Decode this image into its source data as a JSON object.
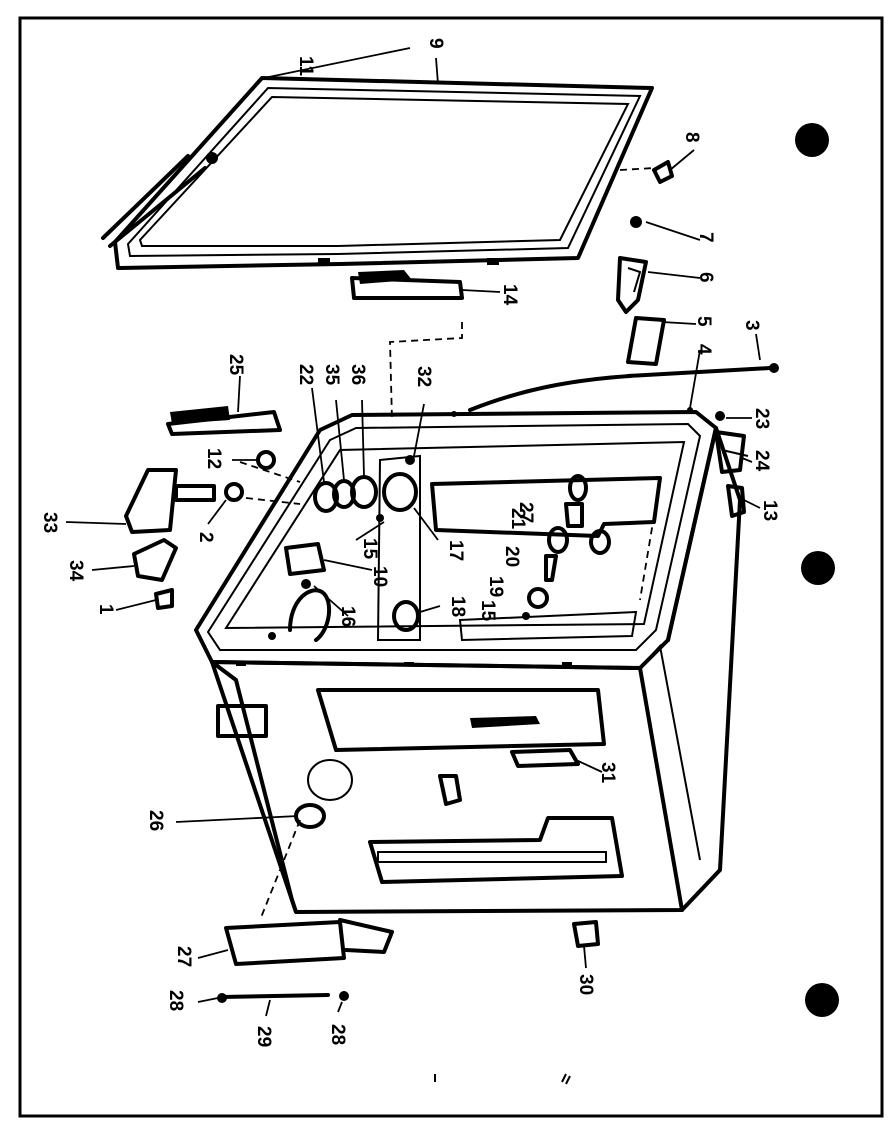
{
  "callouts": [
    {
      "id": "c1",
      "text": "1"
    },
    {
      "id": "c2",
      "text": "2"
    },
    {
      "id": "c3",
      "text": "3"
    },
    {
      "id": "c4",
      "text": "4"
    },
    {
      "id": "c5",
      "text": "5"
    },
    {
      "id": "c6",
      "text": "6"
    },
    {
      "id": "c7",
      "text": "7"
    },
    {
      "id": "c8",
      "text": "8"
    },
    {
      "id": "c9",
      "text": "9"
    },
    {
      "id": "c10",
      "text": "10"
    },
    {
      "id": "c11",
      "text": "11"
    },
    {
      "id": "c12",
      "text": "12"
    },
    {
      "id": "c13",
      "text": "13"
    },
    {
      "id": "c14",
      "text": "14"
    },
    {
      "id": "c15a",
      "text": "15"
    },
    {
      "id": "c15b",
      "text": "15"
    },
    {
      "id": "c16",
      "text": "16"
    },
    {
      "id": "c17",
      "text": "17"
    },
    {
      "id": "c18",
      "text": "18"
    },
    {
      "id": "c19",
      "text": "19"
    },
    {
      "id": "c20",
      "text": "20"
    },
    {
      "id": "c21",
      "text": "21"
    },
    {
      "id": "c22",
      "text": "22"
    },
    {
      "id": "c23",
      "text": "23"
    },
    {
      "id": "c24",
      "text": "24"
    },
    {
      "id": "c25",
      "text": "25"
    },
    {
      "id": "c26",
      "text": "26"
    },
    {
      "id": "c27a",
      "text": "27"
    },
    {
      "id": "c27b",
      "text": "27"
    },
    {
      "id": "c28a",
      "text": "28"
    },
    {
      "id": "c28b",
      "text": "28"
    },
    {
      "id": "c29",
      "text": "29"
    },
    {
      "id": "c30",
      "text": "30"
    },
    {
      "id": "c31",
      "text": "31"
    },
    {
      "id": "c32",
      "text": "32"
    },
    {
      "id": "c33",
      "text": "33"
    },
    {
      "id": "c34",
      "text": "34"
    },
    {
      "id": "c35",
      "text": "35"
    },
    {
      "id": "c36",
      "text": "36"
    }
  ]
}
